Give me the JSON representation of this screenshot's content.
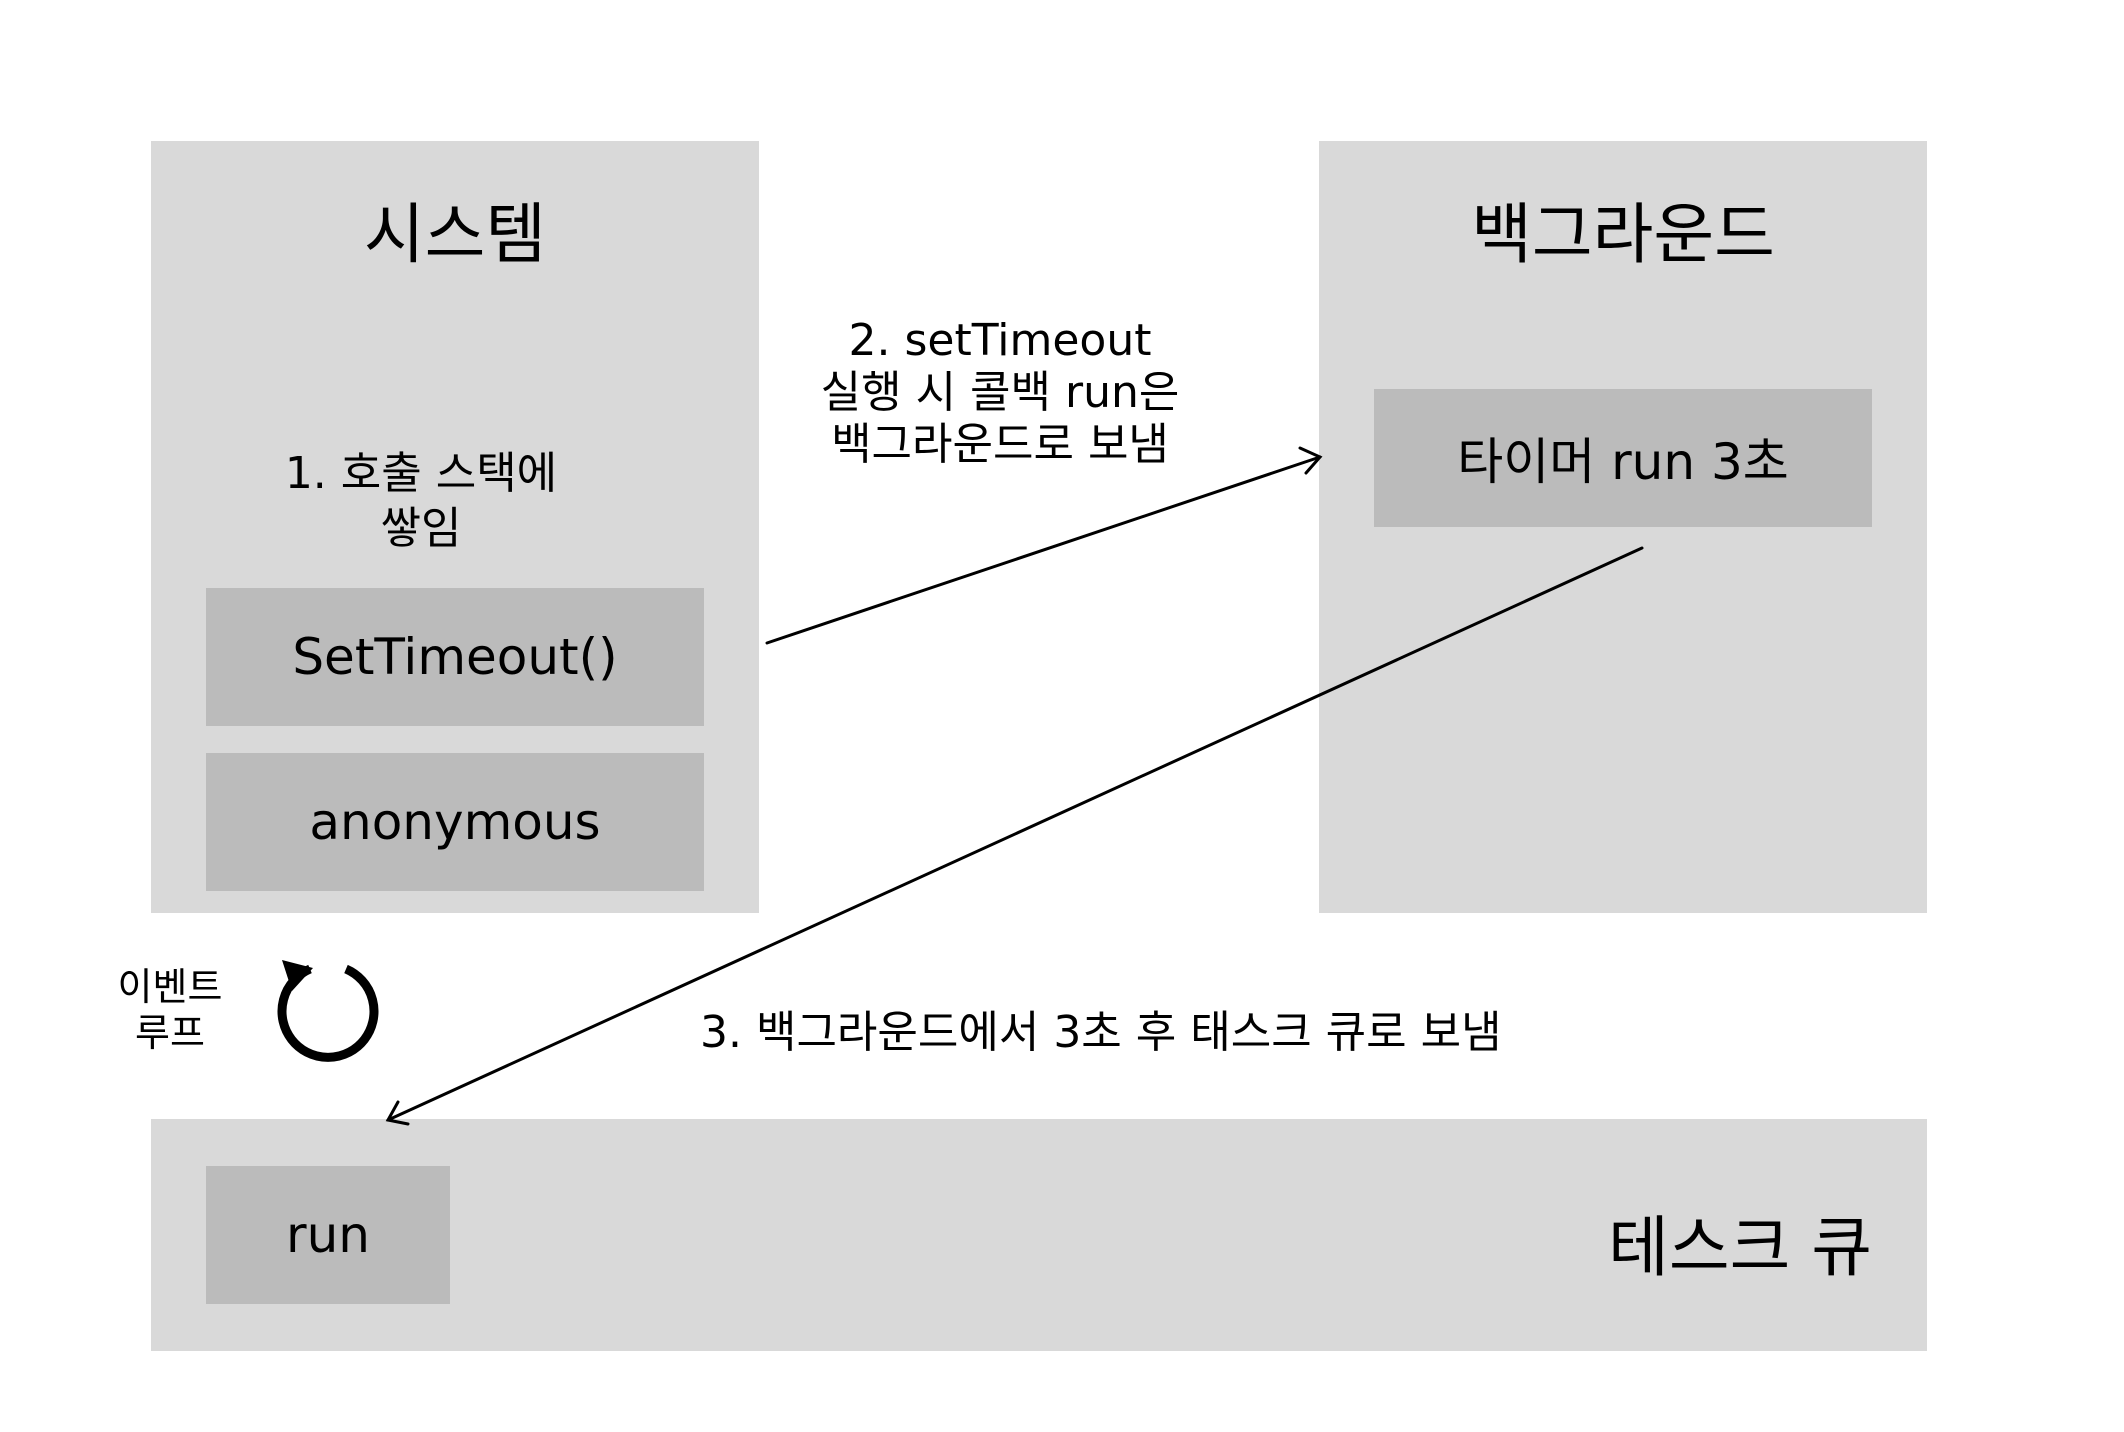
{
  "system": {
    "title": "시스템",
    "step_label": [
      "1. 호출 스택에",
      "쌓임"
    ],
    "stack": [
      "SetTimeout()",
      "anonymous"
    ]
  },
  "background": {
    "title": "백그라운드",
    "timer": "타이머 run 3초"
  },
  "arrow_to_background": {
    "label": [
      "2. setTimeout",
      "실행 시 콜백 run은",
      "백그라운드로 보냄"
    ]
  },
  "arrow_to_queue": {
    "label": "3. 백그라운드에서 3초 후 태스크 큐로 보냄"
  },
  "event_loop": {
    "label": [
      "이벤트",
      "루프"
    ],
    "icon": "refresh-icon"
  },
  "task_queue": {
    "title": "테스크 큐",
    "items": [
      "run"
    ]
  },
  "colors": {
    "container": "#d9d9d9",
    "item": "#bbbbbb",
    "line": "#000000"
  }
}
